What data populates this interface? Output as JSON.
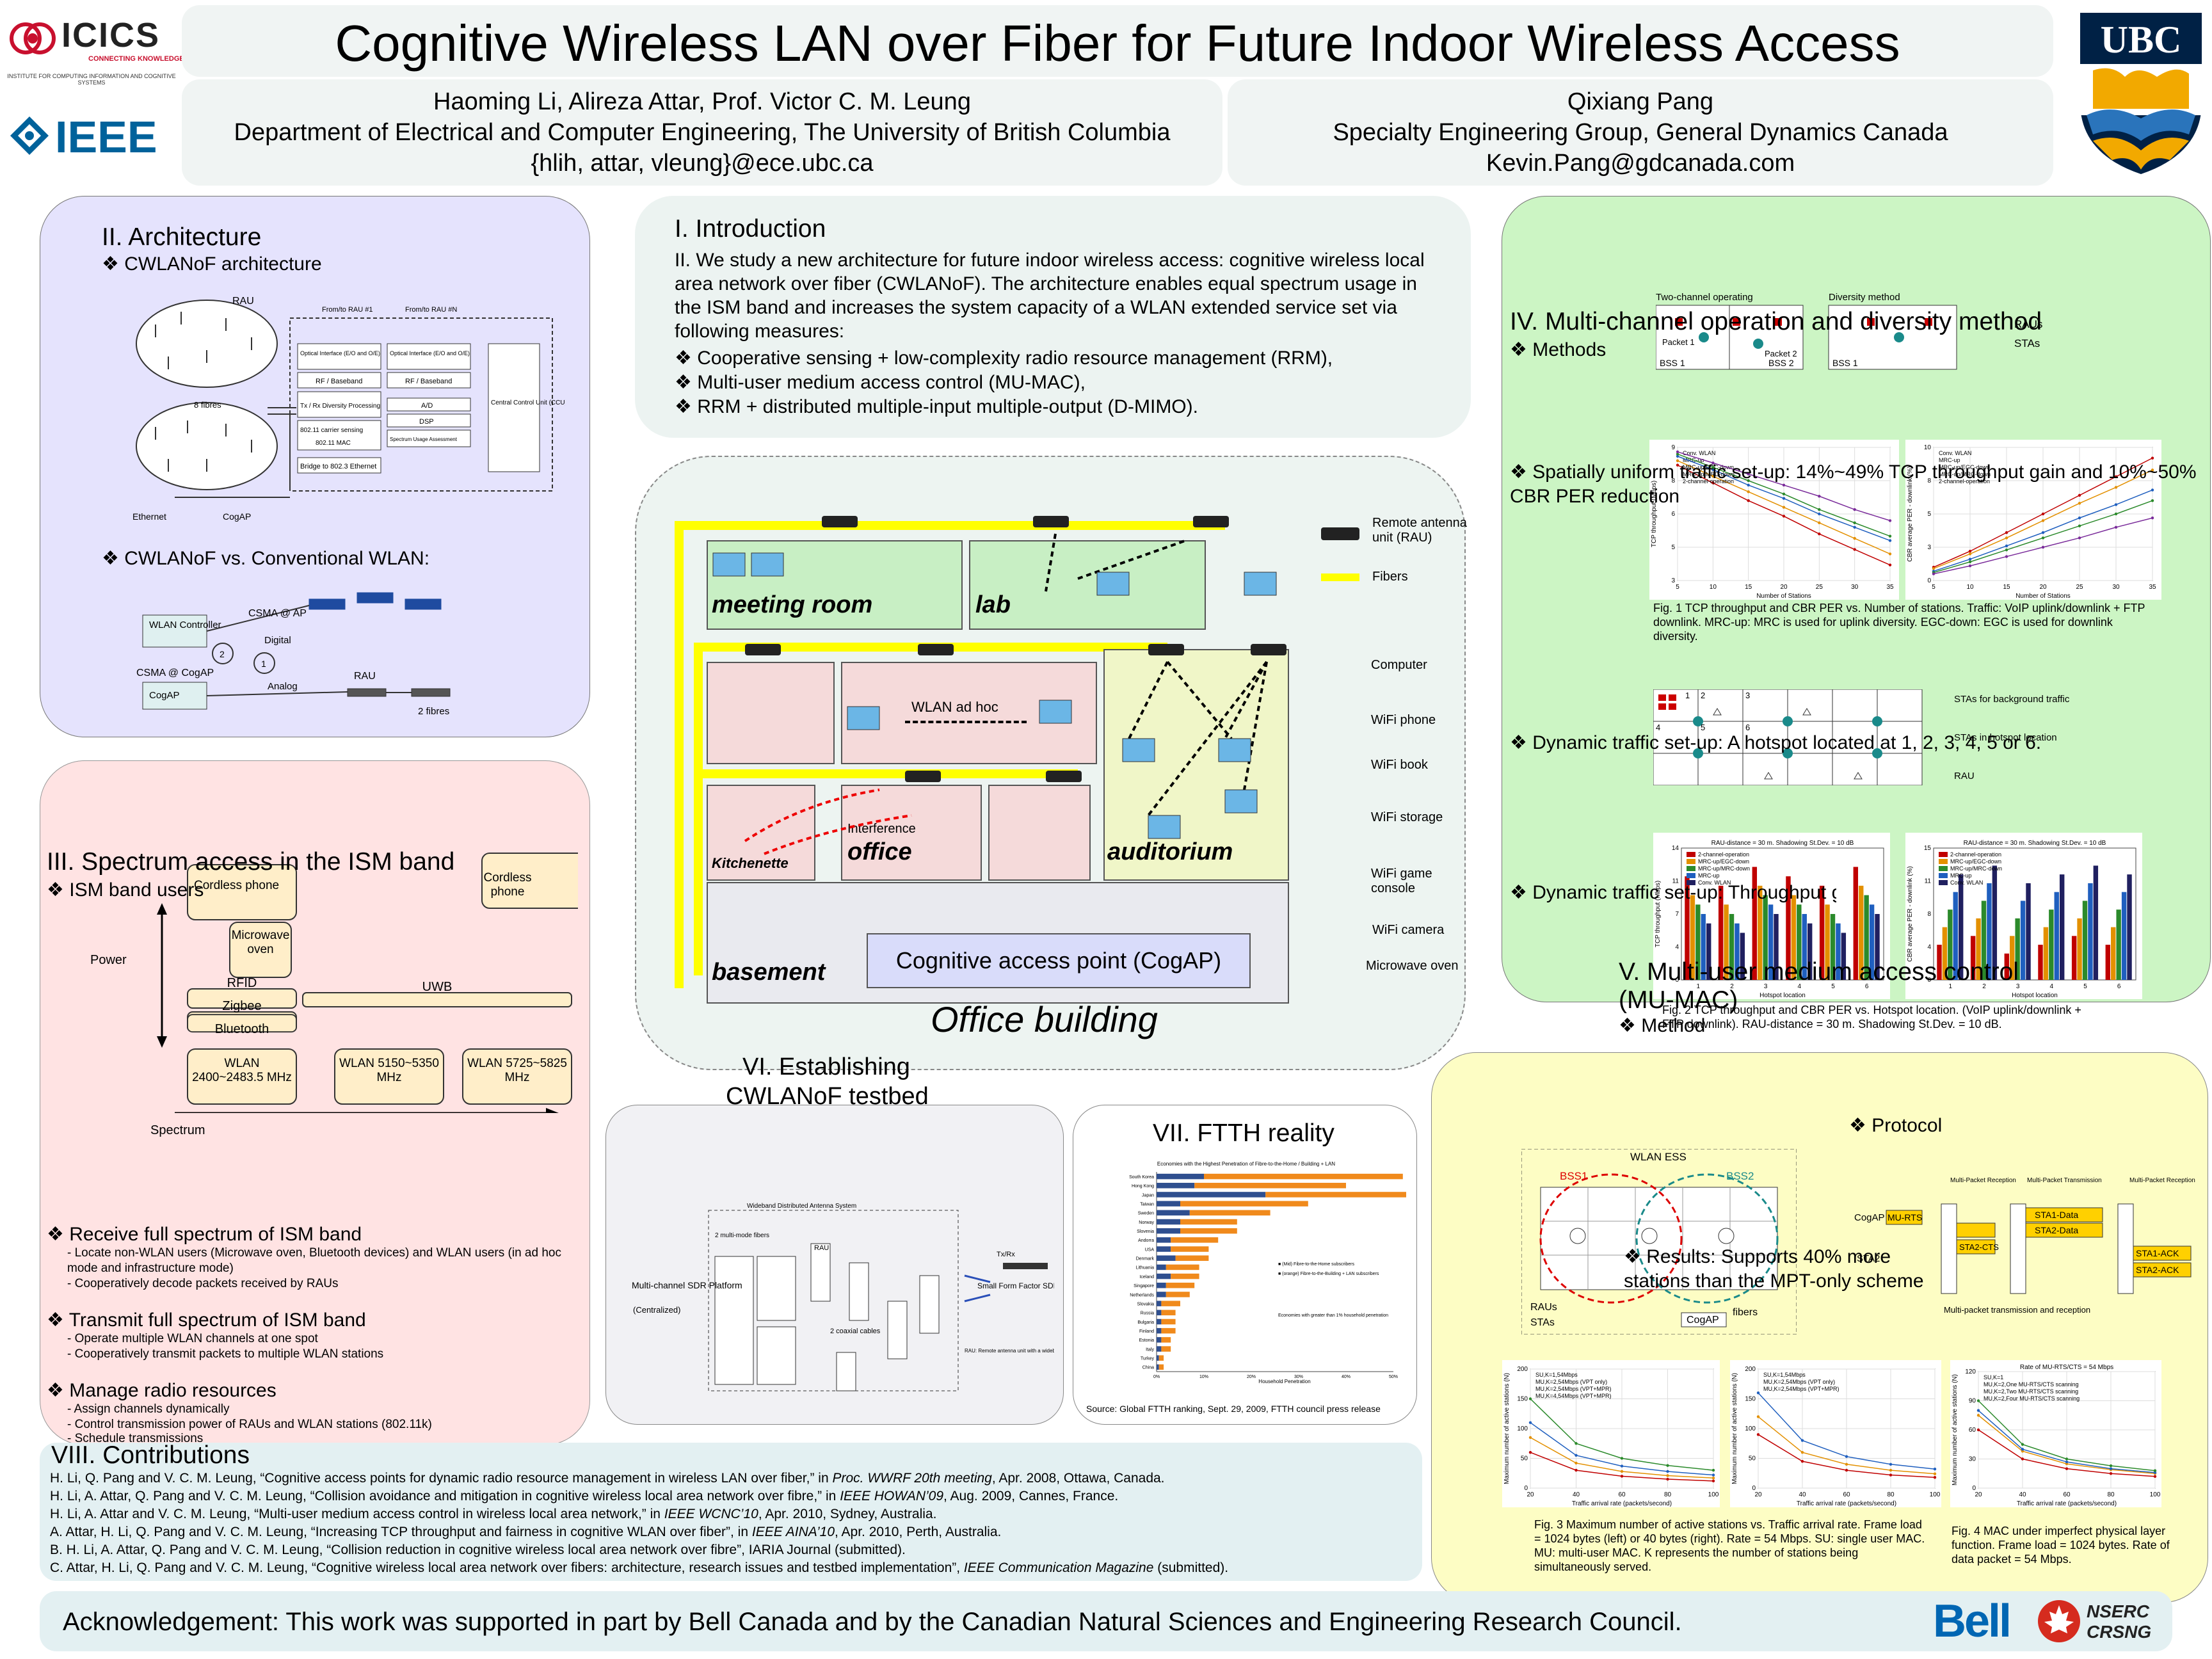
{
  "header": {
    "title": "Cognitive Wireless LAN over Fiber for Future Indoor Wireless Access",
    "authors_left": "Haoming Li, Alireza Attar, Prof. Victor C. M. Leung",
    "affil_left": "Department of Electrical and Computer Engineering, The University of British Columbia",
    "email_left": "{hlih, attar, vleung}@ece.ubc.ca",
    "authors_right": "Qixiang Pang",
    "affil_right": "Specialty Engineering Group, General Dynamics Canada",
    "email_right": "Kevin.Pang@gdcanada.com",
    "logo_icics": "ICICS",
    "logo_icics_tag": "CONNECTING KNOWLEDGE",
    "logo_icics_sub": "INSTITUTE FOR COMPUTING INFORMATION AND COGNITIVE SYSTEMS",
    "logo_ieee": "IEEE",
    "logo_ubc": "UBC"
  },
  "architecture": {
    "title": "II. Architecture",
    "bullet1": "❖ CWLANoF architecture",
    "bullet2": "❖ CWLANoF vs. Conventional WLAN:",
    "fig_labels": {
      "rau": "RAU",
      "fibres8": "8 fibres",
      "ethernet": "Ethernet",
      "cogap": "CogAP",
      "from_rau1": "From/to RAU #1",
      "from_raun": "From/to RAU #N",
      "oi1": "Optical Interface (E/O and O/E)",
      "oi2": "Optical Interface (E/O and O/E)",
      "rf1": "RF / Baseband",
      "rf2": "RF / Baseband",
      "txrx": "Tx / Rx Diversity Processing",
      "carrier": "802.11 carrier sensing",
      "mac": "802.11 MAC",
      "ad": "A/D",
      "dsp": "DSP",
      "spectrum_assess": "Spectrum Usage Assessment",
      "bridge": "Bridge to 802.3 Ethernet",
      "ccu": "Central Control Unit (CCU)",
      "wlan_ctrl": "WLAN Controller",
      "csma_ap": "CSMA @ AP",
      "digital": "Digital",
      "csma_cogap": "CSMA @ CogAP",
      "analog": "Analog",
      "fibres2": "2 fibres",
      "rau2": "RAU",
      "cogap2": "CogAP",
      "n1": "1",
      "n2": "2"
    }
  },
  "intro": {
    "title": "I. Introduction",
    "para": "II. We study a new architecture for future indoor wireless access: cognitive wireless local area network over fiber (CWLANoF). The architecture enables equal spectrum usage in the ISM band and increases the system capacity of a WLAN extended service set via following measures:",
    "b1": "❖ Cooperative sensing + low-complexity radio resource management (RRM),",
    "b2": "❖ Multi-user medium access control (MU-MAC),",
    "b3": "❖ RRM + distributed multiple-input multiple-output (D-MIMO)."
  },
  "building": {
    "meeting_room": "meeting room",
    "lab": "lab",
    "kitchenette": "Kitchenette",
    "office": "office",
    "interference": "Interference",
    "auditorium": "auditorium",
    "basement": "basement",
    "wlan_adhoc": "WLAN ad hoc",
    "cogap": "Cognitive access point (CogAP)",
    "caption": "Office building",
    "legend": {
      "rau": "Remote antenna unit (RAU)",
      "fibers": "Fibers",
      "computer": "Computer",
      "wifi_phone": "WiFi phone",
      "wifi_book": "WiFi book",
      "wifi_storage": "WiFi storage",
      "wifi_game": "WiFi game console",
      "wifi_camera": "WiFi camera",
      "microwave": "Microwave oven"
    }
  },
  "spectrum": {
    "title": "III. Spectrum access in the ISM band",
    "bullet_users": "❖ ISM band users",
    "cordless1": "Cordless phone",
    "cordless2": "Cordless phone",
    "microwave": "Microwave oven",
    "power": "Power",
    "rfid": "RFID",
    "zigbee": "Zigbee",
    "bluetooth": "Bluetooth",
    "uwb": "UWB",
    "wlan1": "WLAN 2400~2483.5 MHz",
    "wlan2": "WLAN 5150~5350 MHz",
    "wlan3": "WLAN 5725~5825 MHz",
    "spectrum_axis": "Spectrum",
    "r1": "❖ Receive full spectrum of ISM band",
    "r1a": "- Locate non-WLAN users (Microwave oven, Bluetooth devices) and WLAN users (in ad hoc",
    "r1b": "mode and infrastructure mode)",
    "r1c": "- Cooperatively decode packets received by RAUs",
    "t1": "❖ Transmit full spectrum of ISM band",
    "t1a": "- Operate multiple WLAN channels at one spot",
    "t1b": "- Cooperatively transmit packets to multiple WLAN stations",
    "m1": "❖ Manage radio resources",
    "m1a": "- Assign channels dynamically",
    "m1b": "- Control transmission power of RAUs and WLAN stations (802.11k)",
    "m1c": "- Schedule transmissions"
  },
  "testbed": {
    "title1": "VI. Establishing",
    "title2": "CWLANoF testbed",
    "sdr": "Multi-channel SDR Platform",
    "centralized": "(Centralized)",
    "small": "Small Form Factor SDR Platform (Mobile)",
    "dist_ant": "Wideband Distributed Antenna System",
    "txrx": "Tx/Rx",
    "coax": "2 coaxial cables",
    "fibers2": "2 multi-mode fibers",
    "rau": "RAU",
    "rau_note": "RAU: Remote antenna unit with a wideband omni-directional antenna"
  },
  "ftth": {
    "title": "VII. FTTH reality",
    "chart_title": "Economies with the Highest Penetration of Fibre-to-the-Home / Building + LAN",
    "source": "Source: Global FTTH ranking, Sept. 29, 2009, FTTH council press release",
    "xlabel": "Household Penetration",
    "legend1": "■ (Mid) Fibre-to-the-Home subscribers",
    "legend2": "■ (orange) Fibre-to-the-Building + LAN subscribers",
    "note": "Economies with greater than 1% household penetration"
  },
  "multichannel": {
    "title": "IV. Multi-channel operation and diversity method",
    "methods": "❖ Methods",
    "spatial": "❖ Spatially uniform traffic set-up: 14%~49% TCP throughput gain and 10%~50% CBR PER reduction",
    "dynamic": "❖ Dynamic traffic set-up: A hotspot located at 1, 2, 3, 4, 5 or 6.",
    "dynamic2": "❖ Dynamic traffic set-up: Throughput gain",
    "two_ch": "Two-channel operating",
    "div": "Diversity method",
    "packet1": "Packet 1",
    "packet2": "Packet 2",
    "bss1": "BSS 1",
    "bss2": "BSS 2",
    "bss1b": "BSS 1",
    "raus": "RAUs",
    "stas": "STAs",
    "fig1": "Fig. 1  TCP throughput and CBR PER vs. Number of stations. Traffic: VoIP uplink/downlink + FTP downlink. MRC-up: MRC is used for uplink diversity. EGC-down: EGC is used for downlink diversity.",
    "fig2": "Fig. 2  TCP throughput and CBR PER vs. Hotspot location. (VoIP uplink/downlink + FTP downlink). RAU-distance = 30 m. Shadowing St.Dev. = 10 dB.",
    "stas_bg": "STAs for background traffic",
    "stas_hot": "STAs in hotspot location",
    "rau_leg": "RAU",
    "grid_nums": [
      "1",
      "2",
      "3",
      "4",
      "5",
      "6"
    ]
  },
  "mumac": {
    "title1": "V. Multi-user medium access control",
    "title2": "(MU-MAC)",
    "method": "❖ Method",
    "protocol": "❖ Protocol",
    "results": "❖ Results: Supports 40% more stations than the MPT-only scheme",
    "wlan_ess": "WLAN ESS",
    "bss1": "BSS1",
    "bss2": "BSS2",
    "cogap": "CogAP",
    "raus": "RAUs",
    "stas": "STAs",
    "fibers": "fibers",
    "mu_rts": "MU-RTS",
    "sta2": "STA2",
    "sta1_data": "STA1-Data",
    "sta2_data": "STA2-Data",
    "sta1_ack": "STA1-ACK",
    "sta2_ack": "STA2-ACK",
    "sta2_cts": "STA2-CTS",
    "multi_rx": "Multi-Packet Reception",
    "multi_tx": "Multi-Packet Transmission",
    "multi_rx2": "Multi-Packet Reception",
    "multi_caption": "Multi-packet transmission and reception",
    "fig3": "Fig. 3  Maximum number of active stations vs. Traffic arrival rate. Frame load = 1024 bytes (left) or 40 bytes (right). Rate = 54 Mbps. SU: single user MAC. MU: multi-user MAC. K represents the number of stations being simultaneously served.",
    "fig4": "Fig. 4  MAC under imperfect physical layer function. Frame load = 1024 bytes. Rate of data packet = 54 Mbps."
  },
  "contributions": {
    "title": "VIII. Contributions",
    "refs": [
      {
        "pre": "H. Li, Q. Pang and V. C. M. Leung, “Cognitive access points for dynamic radio resource management in wireless LAN over fiber,” in ",
        "ital": "Proc. WWRF 20th meeting",
        "post": ", Apr. 2008, Ottawa, Canada."
      },
      {
        "pre": "H. Li, A. Attar, Q. Pang and V. C. M. Leung, “Collision avoidance and mitigation in cognitive wireless local area network over fibre,” in ",
        "ital": "IEEE HOWAN’09",
        "post": ", Aug. 2009, Cannes, France."
      },
      {
        "pre": "H. Li, A. Attar and V. C. M. Leung, “Multi-user medium access control in wireless local area network,” in ",
        "ital": "IEEE WCNC’10",
        "post": ", Apr. 2010, Sydney, Australia."
      },
      {
        "pre": "A.  Attar, H. Li, Q. Pang and V. C. M. Leung, “Increasing TCP throughput and fairness in cognitive WLAN over fiber”, in ",
        "ital": "IEEE AINA’10",
        "post": ", Apr. 2010, Perth, Australia."
      },
      {
        "pre": "B. H. Li, A. Attar, Q. Pang and V. C. M. Leung, “Collision reduction in cognitive wireless local area network over fibre”, IARIA Journal (submitted).",
        "ital": "",
        "post": ""
      },
      {
        "pre": "C.  Attar, H. Li, Q. Pang and V. C. M. Leung, “Cognitive wireless local area network over fibers: architecture, research issues and testbed implementation”, ",
        "ital": "IEEE Communication Magazine",
        "post": " (submitted)."
      }
    ]
  },
  "ack": {
    "text": "Acknowledgement: This work was supported in part by Bell Canada and by the Canadian Natural Sciences and Engineering Research Council.",
    "bell": "Bell",
    "nserc": "NSERC",
    "crsng": "CRSNG"
  },
  "chart_data": [
    {
      "type": "line",
      "title": "",
      "xlabel": "Number of Stations",
      "ylabel": "TCP throughput (Mbps)",
      "x": [
        5,
        10,
        15,
        20,
        25,
        30,
        35
      ],
      "xlim": [
        5,
        35
      ],
      "ylim": [
        3,
        9
      ],
      "series": [
        {
          "name": "Conv. WLAN",
          "values": [
            8.2,
            7.4,
            6.6,
            5.9,
            5.1,
            4.4,
            3.7
          ]
        },
        {
          "name": "MRC-up",
          "values": [
            8.4,
            7.7,
            7.0,
            6.3,
            5.6,
            4.9,
            4.2
          ]
        },
        {
          "name": "MRC-up/EGC-down",
          "values": [
            8.6,
            8.0,
            7.3,
            6.7,
            6.0,
            5.4,
            4.8
          ]
        },
        {
          "name": "MRC-up/MRC-down",
          "values": [
            8.7,
            8.1,
            7.5,
            6.9,
            6.2,
            5.6,
            5.0
          ]
        },
        {
          "name": "2-channel-operation",
          "values": [
            8.8,
            8.3,
            7.8,
            7.3,
            6.8,
            6.2,
            5.7
          ]
        }
      ]
    },
    {
      "type": "line",
      "title": "",
      "xlabel": "Number of Stations",
      "ylabel": "CBR average PER - downlink (%)",
      "x": [
        5,
        10,
        15,
        20,
        25,
        30,
        35
      ],
      "xlim": [
        5,
        35
      ],
      "ylim": [
        0,
        10
      ],
      "series": [
        {
          "name": "Conv. WLAN",
          "values": [
            1.0,
            2.2,
            3.6,
            5.0,
            6.4,
            7.8,
            9.2
          ]
        },
        {
          "name": "MRC-up",
          "values": [
            0.9,
            2.0,
            3.2,
            4.5,
            5.8,
            7.0,
            8.3
          ]
        },
        {
          "name": "MRC-up/EGC-down",
          "values": [
            0.7,
            1.6,
            2.6,
            3.6,
            4.7,
            5.7,
            6.8
          ]
        },
        {
          "name": "MRC-up/MRC-down",
          "values": [
            0.6,
            1.4,
            2.3,
            3.2,
            4.1,
            5.0,
            6.0
          ]
        },
        {
          "name": "2-channel-operation",
          "values": [
            0.5,
            1.1,
            1.8,
            2.5,
            3.2,
            4.0,
            4.7
          ]
        }
      ]
    },
    {
      "type": "bar",
      "title": "RAU-distance = 30 m. Shadowing St.Dev. = 10 dB",
      "xlabel": "Hotspot location",
      "ylabel": "TCP throughput (Mbps)",
      "categories": [
        "1",
        "2",
        "3",
        "4",
        "5",
        "6"
      ],
      "ylim": [
        0,
        14
      ],
      "series": [
        {
          "name": "2-channel-operation",
          "values": [
            11,
            10,
            12,
            11,
            10,
            12
          ]
        },
        {
          "name": "MRC-up/EGC-down",
          "values": [
            9,
            8,
            10,
            9,
            8,
            10
          ]
        },
        {
          "name": "MRC-up/MRC-down",
          "values": [
            8,
            7,
            9,
            8,
            7,
            9
          ]
        },
        {
          "name": "MRC-up",
          "values": [
            7,
            6,
            8,
            7,
            6,
            8
          ]
        },
        {
          "name": "Conv. WLAN",
          "values": [
            6,
            5,
            7,
            6,
            5,
            7
          ]
        }
      ]
    },
    {
      "type": "bar",
      "title": "RAU-distance = 30 m. Shadowing St.Dev. = 10 dB",
      "xlabel": "Hotspot location",
      "ylabel": "CBR average PER - downlink (%)",
      "categories": [
        "1",
        "2",
        "3",
        "4",
        "5",
        "6"
      ],
      "ylim": [
        0,
        15
      ],
      "series": [
        {
          "name": "2-channel-operation",
          "values": [
            4,
            5,
            3,
            4,
            5,
            4
          ]
        },
        {
          "name": "MRC-up/EGC-down",
          "values": [
            6,
            7,
            5,
            6,
            7,
            6
          ]
        },
        {
          "name": "MRC-up/MRC-down",
          "values": [
            8,
            9,
            7,
            8,
            9,
            8
          ]
        },
        {
          "name": "MRC-up",
          "values": [
            10,
            11,
            9,
            10,
            11,
            10
          ]
        },
        {
          "name": "Conv. WLAN",
          "values": [
            12,
            13,
            11,
            12,
            13,
            12
          ]
        }
      ]
    },
    {
      "type": "bar",
      "title": "Economies with the Highest Penetration of Fibre-to-the-Home / Building + LAN",
      "xlabel": "Household Penetration",
      "categories": [
        "South Korea",
        "Hong Kong",
        "Japan",
        "Taiwan",
        "Sweden",
        "Norway",
        "Slovenia",
        "Andorra",
        "USA",
        "Denmark",
        "Lithuania",
        "Iceland",
        "Singapore",
        "Netherlands",
        "Slovakia",
        "Russia",
        "Bulgaria",
        "Finland",
        "Estonia",
        "Italy",
        "Turkey",
        "China"
      ],
      "xlim": [
        0,
        50
      ],
      "series": [
        {
          "name": "Fibre-to-the-Home",
          "values": [
            10,
            8,
            23,
            5,
            7,
            5,
            5,
            3,
            3,
            4,
            2,
            3,
            2,
            2,
            1,
            1,
            1,
            1,
            1,
            1,
            0.5,
            0.5
          ]
        },
        {
          "name": "Fibre-to-the-Building + LAN",
          "values": [
            42,
            32,
            30,
            27,
            17,
            12,
            12,
            10,
            8,
            7,
            7,
            6,
            6,
            5,
            4,
            3,
            3,
            3,
            2,
            2,
            1,
            1
          ]
        }
      ]
    },
    {
      "type": "line",
      "title": "",
      "xlabel": "Traffic arrival rate (packets/second)",
      "ylabel": "Maximum number of active stations (N)",
      "x": [
        20,
        40,
        60,
        80,
        100
      ],
      "xlim": [
        20,
        100
      ],
      "ylim": [
        0,
        200
      ],
      "series": [
        {
          "name": "SU,K=1,54Mbps",
          "values": [
            60,
            30,
            20,
            15,
            12
          ]
        },
        {
          "name": "MU,K=2,54Mbps (VPT only)",
          "values": [
            85,
            42,
            28,
            21,
            17
          ]
        },
        {
          "name": "MU,K=2,54Mbps (VPT+MPR)",
          "values": [
            110,
            55,
            37,
            28,
            22
          ]
        },
        {
          "name": "MU,K=4,54Mbps (VPT+MPR)",
          "values": [
            150,
            75,
            50,
            38,
            30
          ]
        }
      ]
    },
    {
      "type": "line",
      "title": "",
      "xlabel": "Traffic arrival rate (packets/second)",
      "ylabel": "Maximum number of active stations (N)",
      "x": [
        20,
        40,
        60,
        80,
        100
      ],
      "xlim": [
        20,
        100
      ],
      "ylim": [
        0,
        200
      ],
      "series": [
        {
          "name": "SU,K=1,54Mbps",
          "values": [
            90,
            45,
            30,
            22,
            18
          ]
        },
        {
          "name": "MU,K=2,54Mbps (VPT only)",
          "values": [
            120,
            60,
            40,
            30,
            24
          ]
        },
        {
          "name": "MU,K=2,54Mbps (VPT+MPR)",
          "values": [
            160,
            80,
            53,
            40,
            32
          ]
        }
      ]
    },
    {
      "type": "line",
      "title": "Rate of MU-RTS/CTS = 54 Mbps",
      "xlabel": "Traffic arrival rate (packets/second)",
      "ylabel": "Maximum number of active stations (N)",
      "x": [
        20,
        40,
        60,
        80,
        100
      ],
      "xlim": [
        20,
        100
      ],
      "ylim": [
        0,
        120
      ],
      "series": [
        {
          "name": "SU,K=1",
          "values": [
            60,
            30,
            20,
            15,
            12
          ]
        },
        {
          "name": "MU,K=2,One MU-RTS/CTS scanning",
          "values": [
            75,
            38,
            25,
            19,
            15
          ]
        },
        {
          "name": "MU,K=2,Two MU-RTS/CTS scanning",
          "values": [
            80,
            40,
            27,
            20,
            16
          ]
        },
        {
          "name": "MU,K=2,Four MU-RTS/CTS scanning",
          "values": [
            90,
            45,
            30,
            23,
            18
          ]
        }
      ]
    }
  ]
}
